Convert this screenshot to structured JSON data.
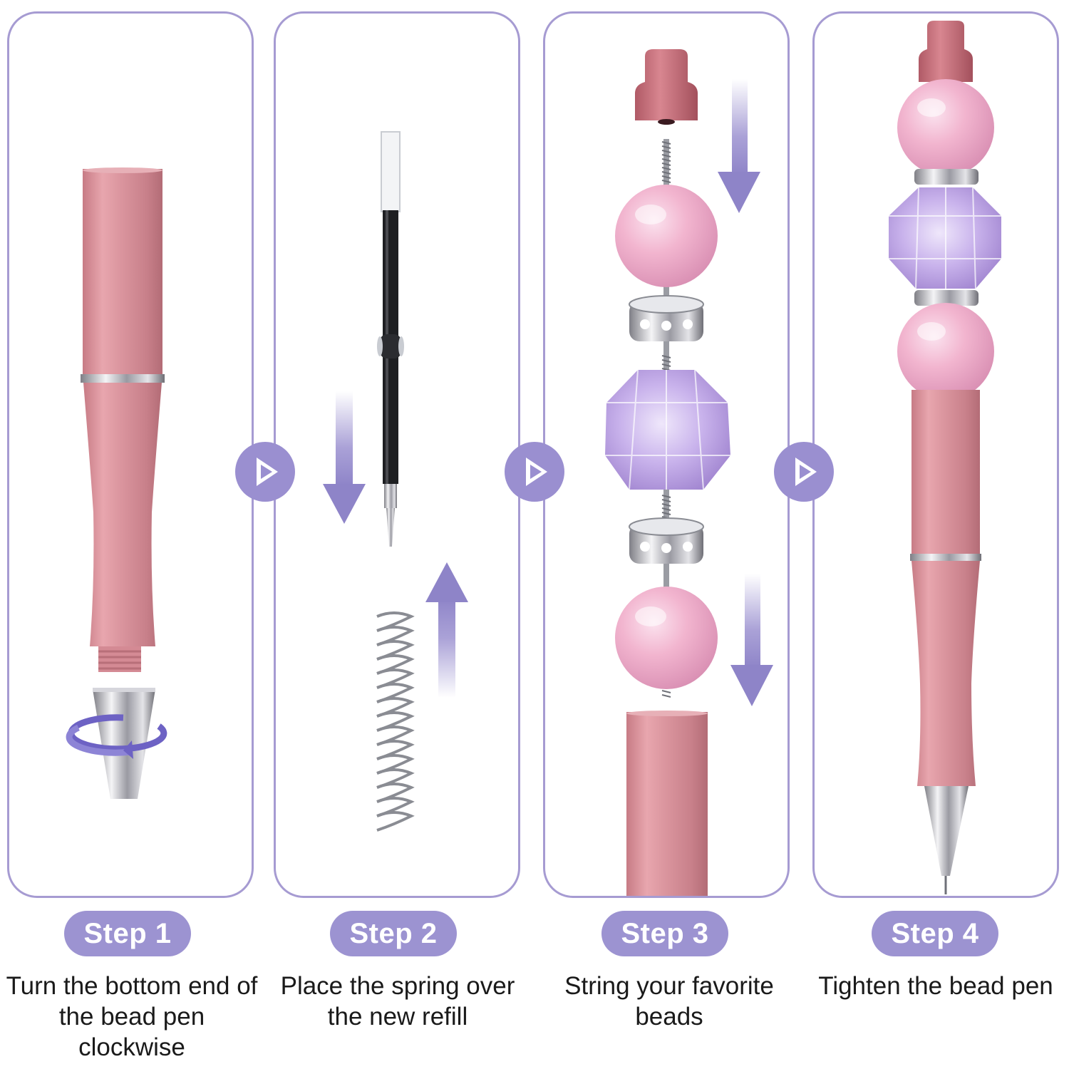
{
  "colors": {
    "panel_border": "#a69bd2",
    "accent": "#9c93d1",
    "rose_gold": "#d8929c",
    "pearl_pink": "#f1b8d0",
    "crystal_purple": "#c7b1ea"
  },
  "navigation": {
    "next_icon": "chevron-right-icon"
  },
  "steps": [
    {
      "label": "Step 1",
      "description": "Turn the bottom end of the bead pen clockwise",
      "illustration": "pen-barrel-and-tip-icon",
      "indicator": "rotate-clockwise-icon"
    },
    {
      "label": "Step 2",
      "description": "Place the spring over the new refill",
      "illustration": "ink-refill-and-spring-icon",
      "indicator": "up-down-arrows-icon"
    },
    {
      "label": "Step 3",
      "description": "String your favorite beads",
      "illustration": "beads-on-rod-icon",
      "indicator": "down-arrows-icon"
    },
    {
      "label": "Step 4",
      "description": "Tighten the bead pen",
      "illustration": "assembled-bead-pen-icon",
      "indicator": ""
    }
  ]
}
